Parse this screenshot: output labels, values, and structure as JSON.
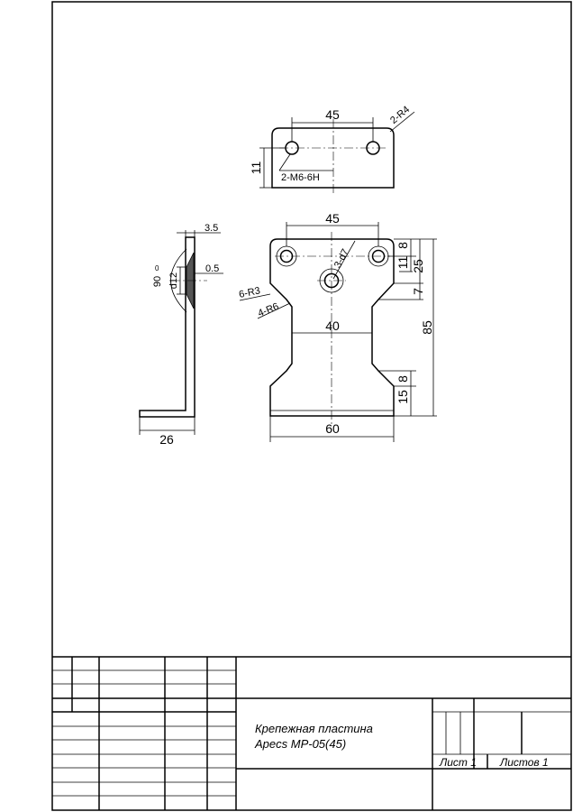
{
  "top_view": {
    "width_dim": "45",
    "height_dim": "11",
    "corner_radius_label": "2-R4",
    "thread_label": "2-M6-6H"
  },
  "side_view": {
    "thickness_dim": "3.5",
    "countersink_angle": "90",
    "countersink_angle_deg": "0",
    "countersink_diameter": "d12",
    "countersink_offset": "0.5",
    "foot_length": "26"
  },
  "front_view": {
    "hole_spacing": "45",
    "center_hole_label": "3-d7",
    "notch_radius_label": "6-R3",
    "neck_radius_label": "4-R6",
    "neck_width": "40",
    "base_width": "60",
    "dim_8_top": "8",
    "dim_11": "11",
    "dim_25": "25",
    "dim_7": "7",
    "dim_85": "85",
    "dim_8_bottom": "8",
    "dim_15": "15"
  },
  "title_block": {
    "name_line1": "Крепежная пластина",
    "name_line2": "Apecs MP-05(45)",
    "sheet_label": "Лист 1",
    "sheets_label": "Листов 1"
  }
}
